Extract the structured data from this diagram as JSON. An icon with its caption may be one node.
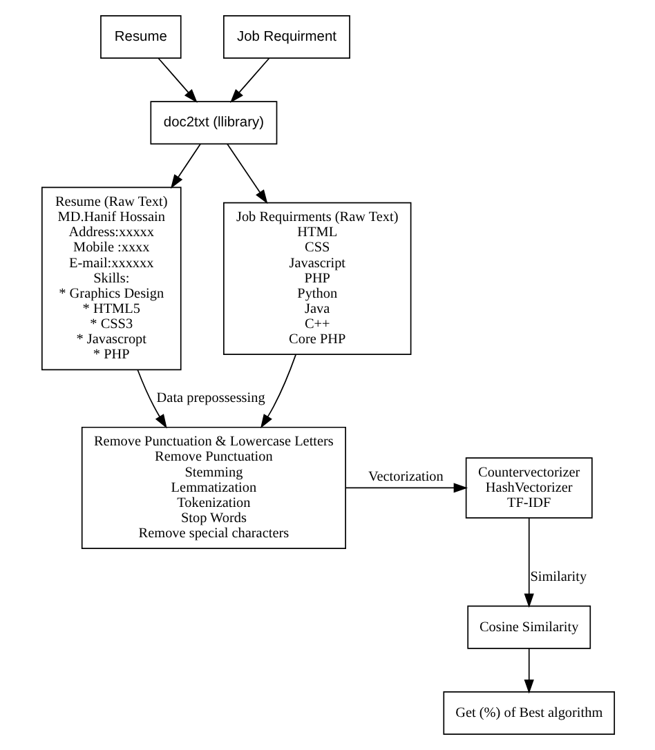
{
  "diagram": {
    "nodes": [
      {
        "text": [
          "Resume"
        ]
      },
      {
        "text": [
          "Job Requirment"
        ]
      },
      {
        "text": [
          "doc2txt (llibrary)"
        ]
      },
      {
        "text": [
          "Resume (Raw Text)",
          "MD.Hanif Hossain",
          "Address:xxxxx",
          "Mobile :xxxx",
          "E-mail:xxxxxx",
          "Skills:",
          "* Graphics Design",
          "* HTML5",
          "* CSS3",
          "* Javascropt",
          "* PHP"
        ]
      },
      {
        "text": [
          "Job Requirments (Raw Text)",
          "HTML",
          "CSS",
          "Javascript",
          "PHP",
          "Python",
          "Java",
          "C++",
          "Core PHP"
        ]
      },
      {
        "text": [
          "Remove Punctuation & Lowercase Letters",
          "Remove Punctuation",
          "Stemming",
          "Lemmatization",
          "Tokenization",
          "Stop Words",
          "Remove special characters"
        ]
      },
      {
        "text": [
          "Countervectorizer",
          "HashVectorizer",
          "TF-IDF"
        ]
      },
      {
        "text": [
          "Cosine Similarity"
        ]
      },
      {
        "text": [
          "Get (%) of Best algorithm"
        ]
      }
    ],
    "edges": [
      {
        "from": 0,
        "to": 2,
        "arrow": "to"
      },
      {
        "from": 1,
        "to": 2,
        "arrow": "to"
      },
      {
        "from": 2,
        "to": 3,
        "arrow": "to"
      },
      {
        "from": 2,
        "to": 4,
        "arrow": "to"
      },
      {
        "from": 3,
        "to": 5,
        "arrow": "to",
        "label": "Data prepossessing"
      },
      {
        "from": 4,
        "to": 5,
        "arrow": "to"
      },
      {
        "from": 5,
        "to": 6,
        "arrow": "to",
        "label": "Vectorization"
      },
      {
        "from": 6,
        "to": 7,
        "arrow": "to",
        "label": "Similarity"
      },
      {
        "from": 7,
        "to": 8,
        "arrow": "to"
      }
    ]
  }
}
